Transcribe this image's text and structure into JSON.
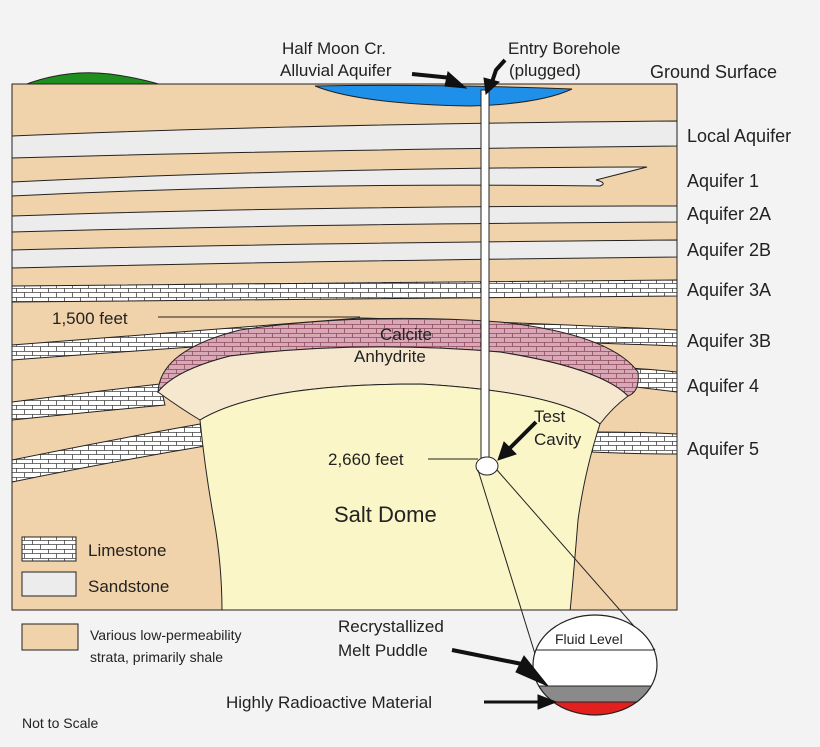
{
  "labels": {
    "creek_line1": "Half Moon Cr.",
    "creek_line2": "Alluvial Aquifer",
    "borehole_line1": "Entry Borehole",
    "borehole_line2": "(plugged)",
    "ground_surface": "Ground Surface",
    "local_aquifer": "Local Aquifer",
    "aquifer_1": "Aquifer 1",
    "aquifer_2a": "Aquifer 2A",
    "aquifer_2b": "Aquifer 2B",
    "aquifer_3a": "Aquifer 3A",
    "aquifer_3b": "Aquifer 3B",
    "aquifer_4": "Aquifer 4",
    "aquifer_5": "Aquifer 5",
    "depth_1500": "1,500 feet",
    "depth_2660": "2,660 feet",
    "calcite": "Calcite",
    "anhydrite": "Anhydrite",
    "test_line1": "Test",
    "test_line2": "Cavity",
    "salt_dome": "Salt Dome",
    "melt_line1": "Recrystallized",
    "melt_line2": "Melt Puddle",
    "fluid_level": "Fluid Level",
    "radioactive": "Highly Radioactive Material",
    "not_to_scale": "Not to Scale"
  },
  "legend": {
    "limestone": "Limestone",
    "sandstone": "Sandstone",
    "shale_line1": "Various low-permeability",
    "shale_line2": "strata, primarily shale"
  },
  "colors": {
    "shale": "#f1d3ab",
    "sandstone": "#ececec",
    "limestone_bg": "#ffffff",
    "calcite": "#d9a8b6",
    "anhydrite": "#f6e8cf",
    "salt": "#fbf6c8",
    "water": "#1e90ea",
    "hill": "#1e8f1e",
    "radioactive": "#e4201e",
    "melt": "#8a8a8a",
    "outline": "#222222"
  }
}
